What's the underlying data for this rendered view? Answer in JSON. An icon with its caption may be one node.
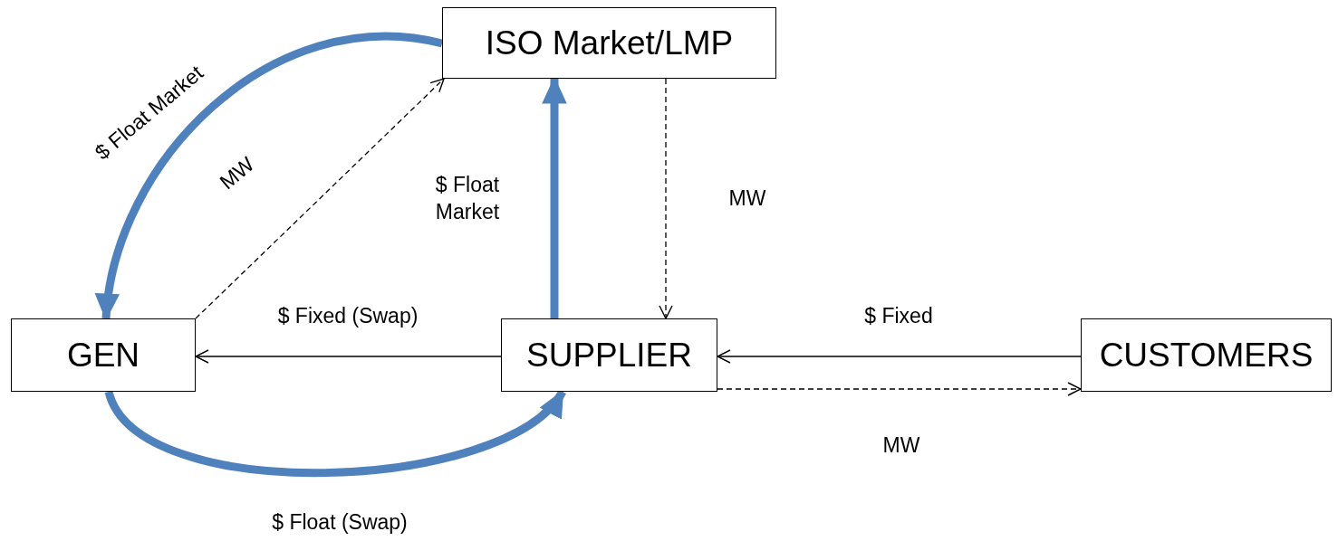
{
  "diagram": {
    "nodes": [
      {
        "text": [
          "ISO Market/LMP"
        ]
      },
      {
        "text": [
          "GEN"
        ]
      },
      {
        "text": [
          "SUPPLIER"
        ]
      },
      {
        "text": [
          "CUSTOMERS"
        ]
      }
    ],
    "edges": [
      {
        "from": 0,
        "to": 1,
        "arrow": "to",
        "label": "$ Float Market",
        "style": "thick",
        "color": "#4f81bd"
      },
      {
        "from": 1,
        "to": 0,
        "arrow": "to",
        "label": "MW",
        "style": "dashed"
      },
      {
        "from": 2,
        "to": 0,
        "arrow": "to",
        "label": "$ Float Market",
        "style": "thick",
        "color": "#4f81bd"
      },
      {
        "from": 0,
        "to": 2,
        "arrow": "to",
        "label": "MW",
        "style": "dashed"
      },
      {
        "from": 2,
        "to": 1,
        "arrow": "to",
        "label": "$ Fixed (Swap)"
      },
      {
        "from": 3,
        "to": 2,
        "arrow": "to",
        "label": "$ Fixed"
      },
      {
        "from": 2,
        "to": 3,
        "arrow": "to",
        "label": "MW",
        "style": "dashed"
      },
      {
        "from": 1,
        "to": 2,
        "arrow": "to",
        "label": "$ Float (Swap)",
        "style": "thick",
        "color": "#4f81bd"
      }
    ]
  }
}
